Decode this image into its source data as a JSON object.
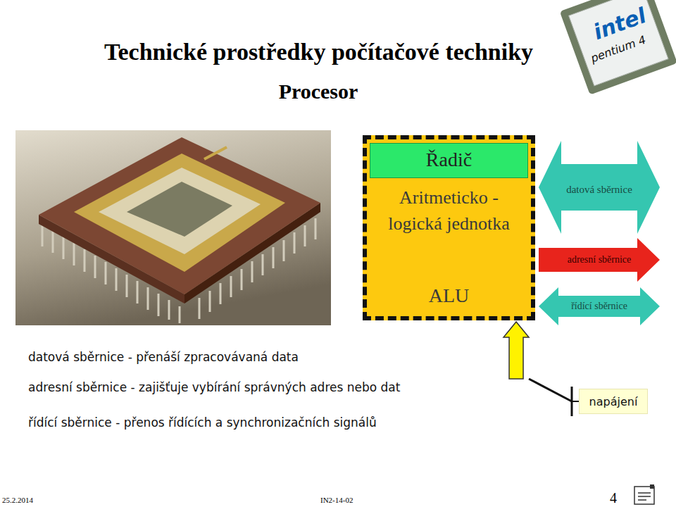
{
  "diagram": {
    "title": "Technické prostředky počítačové techniky",
    "nodes": [
      {
        "text": [
          "Aritmeticko - logická jednotka",
          "ALU"
        ]
      },
      {
        "text": [
          "Řadič"
        ],
        "in": 0
      },
      {
        "text": [
          "datová sběrnice"
        ]
      },
      {
        "text": [
          "adresní sběrnice"
        ]
      },
      {
        "text": [
          "řídící sběrnice"
        ]
      },
      {
        "text": [
          "napájení"
        ]
      }
    ],
    "edges": [
      {
        "from": 5,
        "to": 0,
        "arrow": "to"
      }
    ],
    "labels": [
      "Procesor",
      "intel",
      "pentium 4",
      "datová sběrnice - přenáší zpracovávaná data",
      "adresní sběrnice - zajišťuje vybírání správných adres nebo dat",
      "řídící sběrnice - přenos řídících a synchronizačních signálů",
      "25.2.2014",
      "IN2-14-02",
      "4"
    ]
  }
}
